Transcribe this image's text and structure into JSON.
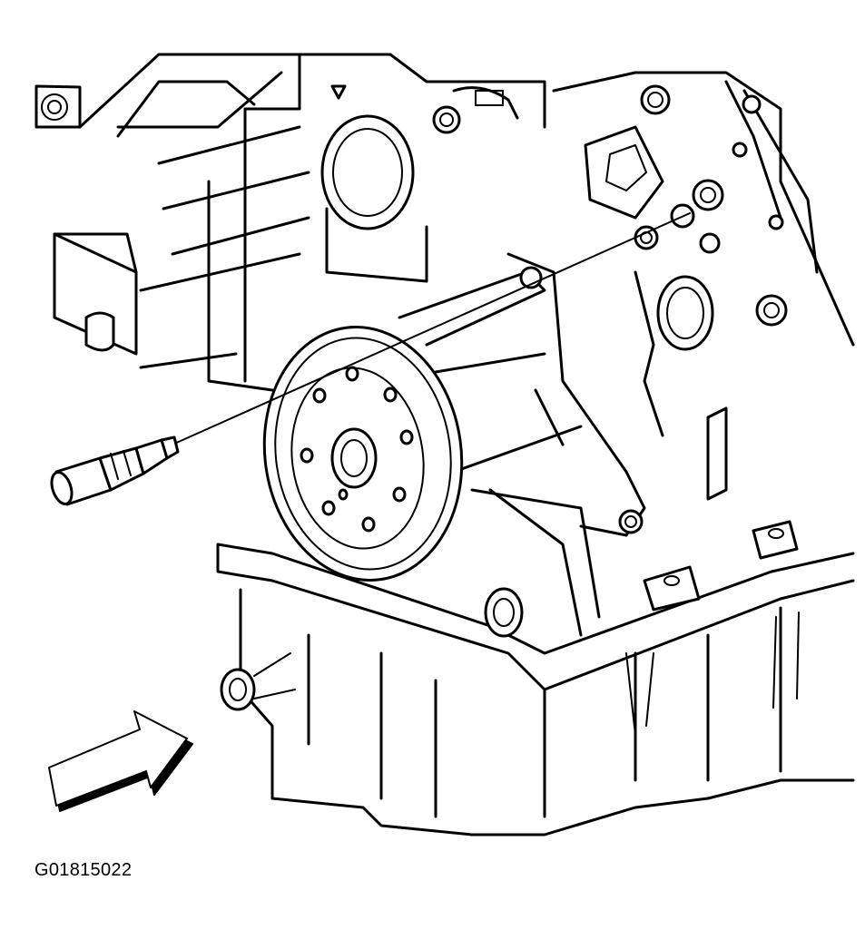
{
  "figure": {
    "id_label": "G01815022",
    "parts": [
      "engine-block",
      "crankshaft-rear-seal",
      "crank-position-sensor",
      "oil-pan",
      "direction-arrow-icon"
    ]
  }
}
